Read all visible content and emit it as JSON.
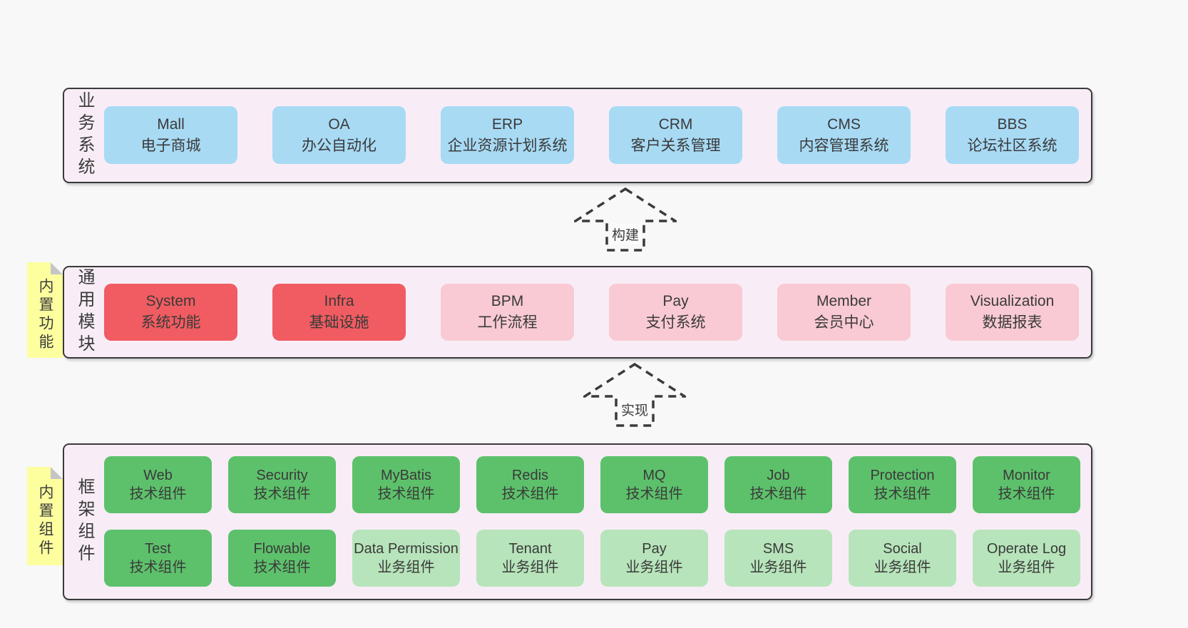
{
  "sections": {
    "business": {
      "label": "业务系统",
      "items": [
        {
          "title": "Mall",
          "subtitle": "电子商城"
        },
        {
          "title": "OA",
          "subtitle": "办公自动化"
        },
        {
          "title": "ERP",
          "subtitle": "企业资源计划系统"
        },
        {
          "title": "CRM",
          "subtitle": "客户关系管理"
        },
        {
          "title": "CMS",
          "subtitle": "内容管理系统"
        },
        {
          "title": "BBS",
          "subtitle": "论坛社区系统"
        }
      ]
    },
    "modules": {
      "label": "通用模块",
      "sticky": "内置功能",
      "items": [
        {
          "title": "System",
          "subtitle": "系统功能"
        },
        {
          "title": "Infra",
          "subtitle": "基础设施"
        },
        {
          "title": "BPM",
          "subtitle": "工作流程"
        },
        {
          "title": "Pay",
          "subtitle": "支付系统"
        },
        {
          "title": "Member",
          "subtitle": "会员中心"
        },
        {
          "title": "Visualization",
          "subtitle": "数据报表"
        }
      ]
    },
    "framework": {
      "label": "框架组件",
      "sticky": "内置组件",
      "row1": [
        {
          "title": "Web",
          "subtitle": "技术组件"
        },
        {
          "title": "Security",
          "subtitle": "技术组件"
        },
        {
          "title": "MyBatis",
          "subtitle": "技术组件"
        },
        {
          "title": "Redis",
          "subtitle": "技术组件"
        },
        {
          "title": "MQ",
          "subtitle": "技术组件"
        },
        {
          "title": "Job",
          "subtitle": "技术组件"
        },
        {
          "title": "Protection",
          "subtitle": "技术组件"
        },
        {
          "title": "Monitor",
          "subtitle": "技术组件"
        }
      ],
      "row2": [
        {
          "title": "Test",
          "subtitle": "技术组件"
        },
        {
          "title": "Flowable",
          "subtitle": "技术组件"
        },
        {
          "title": "Data Permission",
          "subtitle": "业务组件"
        },
        {
          "title": "Tenant",
          "subtitle": "业务组件"
        },
        {
          "title": "Pay",
          "subtitle": "业务组件"
        },
        {
          "title": "SMS",
          "subtitle": "业务组件"
        },
        {
          "title": "Social",
          "subtitle": "业务组件"
        },
        {
          "title": "Operate Log",
          "subtitle": "业务组件"
        }
      ]
    }
  },
  "arrows": {
    "build": "构建",
    "implement": "实现"
  },
  "colors": {
    "blue": "#a8daf4",
    "red": "#f05c61",
    "pink": "#f9cad3",
    "green": "#5dc16b",
    "green_light": "#b7e4ba",
    "panel_fill": "#f8edf7",
    "sticky_yellow": "#fdff9f"
  }
}
